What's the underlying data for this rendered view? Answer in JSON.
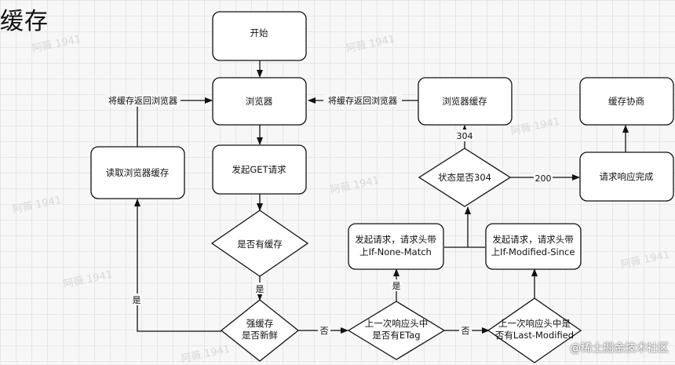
{
  "title": "缓存",
  "nodes": {
    "start": "开始",
    "browser": "浏览器",
    "browser_cache": "浏览器缓存",
    "cache_negotiation": "缓存协商",
    "read_browser_cache": "读取浏览器缓存",
    "send_get": "发起GET请求",
    "status_check": "状态是否304",
    "response_complete": "请求响应完成",
    "has_cache": "是否有缓存",
    "req_if_none_match_line1": "发起请求，请求头带",
    "req_if_none_match_line2": "上If-None-Match",
    "req_if_modified_line1": "发起请求，请求头带",
    "req_if_modified_line2": "上If-Modified-Since",
    "strong_cache_line1": "强缓存",
    "strong_cache_line2": "是否新鲜",
    "etag_line1": "上一次响应头中",
    "etag_line2": "是否有ETag",
    "last_modified_line1": "上一次响应头中是",
    "last_modified_line2": "否有Last-Modified"
  },
  "edge_labels": {
    "return_to_browser_left": "将缓存返回浏览器",
    "return_to_browser_right": "将缓存返回浏览器",
    "code_304": "304",
    "code_200": "200",
    "yes_has_cache": "是",
    "yes_fresh": "是",
    "no_fresh": "否",
    "yes_etag": "是",
    "no_etag": "否"
  },
  "watermark": {
    "repeat": "阿薇 1941",
    "site": "@稀土掘金技术社区"
  }
}
